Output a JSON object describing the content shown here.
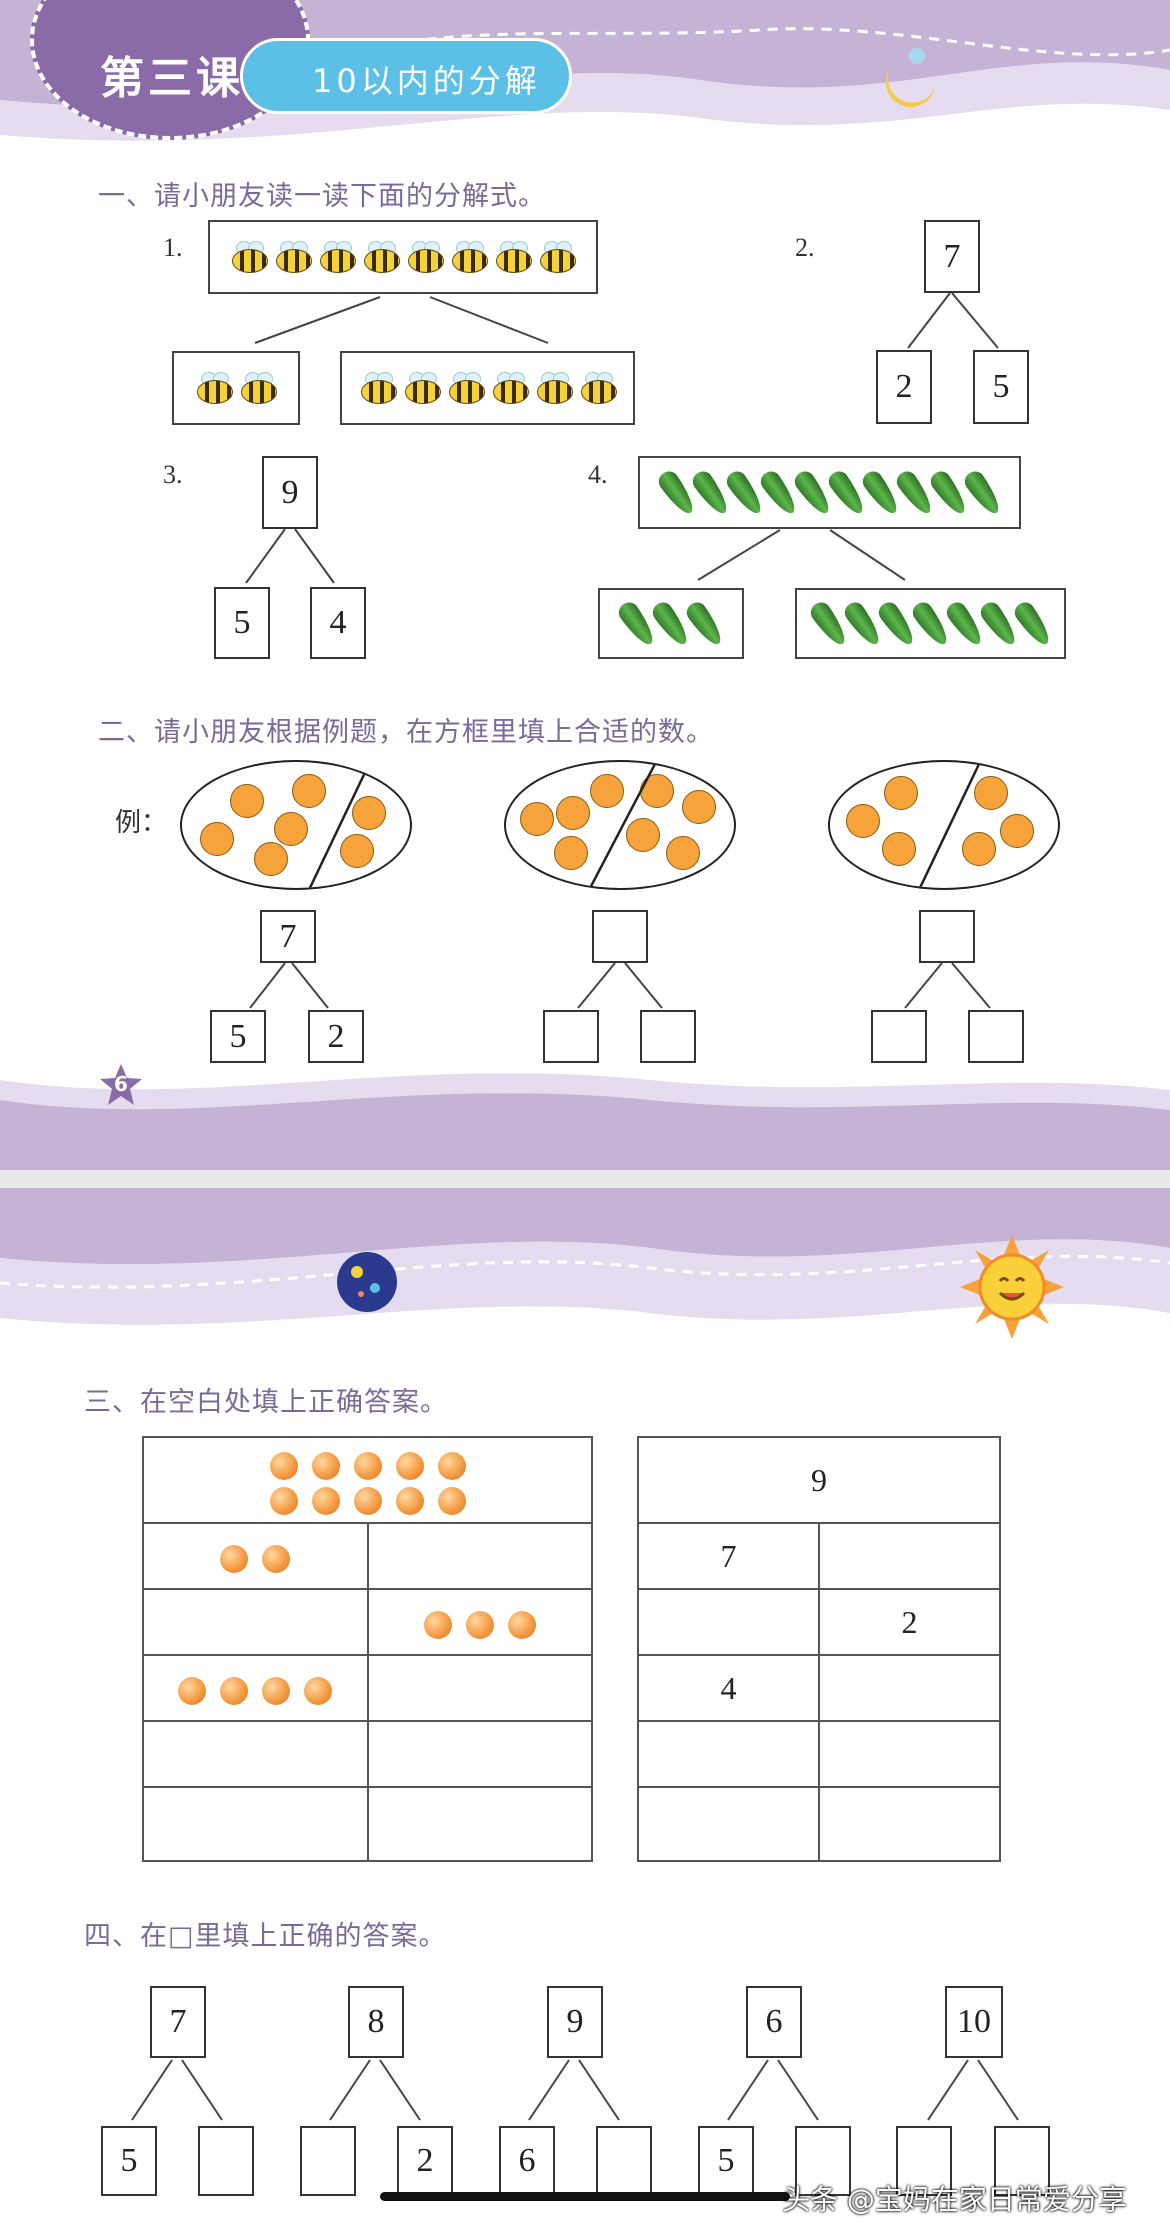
{
  "header": {
    "lesson": "第三课",
    "subtitle": "10以内的分解"
  },
  "page_number": "6",
  "section1": {
    "title": "一、请小朋友读一读下面的分解式。",
    "labels": [
      "1.",
      "2.",
      "3.",
      "4."
    ],
    "item2": {
      "top": "7",
      "left": "2",
      "right": "5"
    },
    "item3": {
      "top": "9",
      "left": "5",
      "right": "4"
    }
  },
  "section2": {
    "title": "二、请小朋友根据例题，在方框里填上合适的数。",
    "example_label": "例：",
    "example": {
      "top": "7",
      "left": "5",
      "right": "2"
    }
  },
  "section3": {
    "title": "三、在空白处填上正确答案。",
    "right_table": {
      "total": "9",
      "rows": [
        [
          "7",
          ""
        ],
        [
          "",
          "2"
        ],
        [
          "4",
          ""
        ],
        [
          "",
          ""
        ],
        [
          "",
          ""
        ]
      ]
    }
  },
  "section4": {
    "title": "四、在□里填上正确的答案。",
    "items": [
      {
        "top": "7",
        "left": "5",
        "right": ""
      },
      {
        "top": "8",
        "left": "",
        "right": "2"
      },
      {
        "top": "9",
        "left": "6",
        "right": ""
      },
      {
        "top": "6",
        "left": "5",
        "right": ""
      },
      {
        "top": "10",
        "left": "",
        "right": ""
      }
    ]
  },
  "watermark": "头条 @宝妈在家日常爱分享",
  "colors": {
    "banner_purple": "#c5b3d6",
    "deep_purple": "#8b6aa8",
    "title_blue": "#5cc0e6",
    "orange": "#f5a33a"
  }
}
